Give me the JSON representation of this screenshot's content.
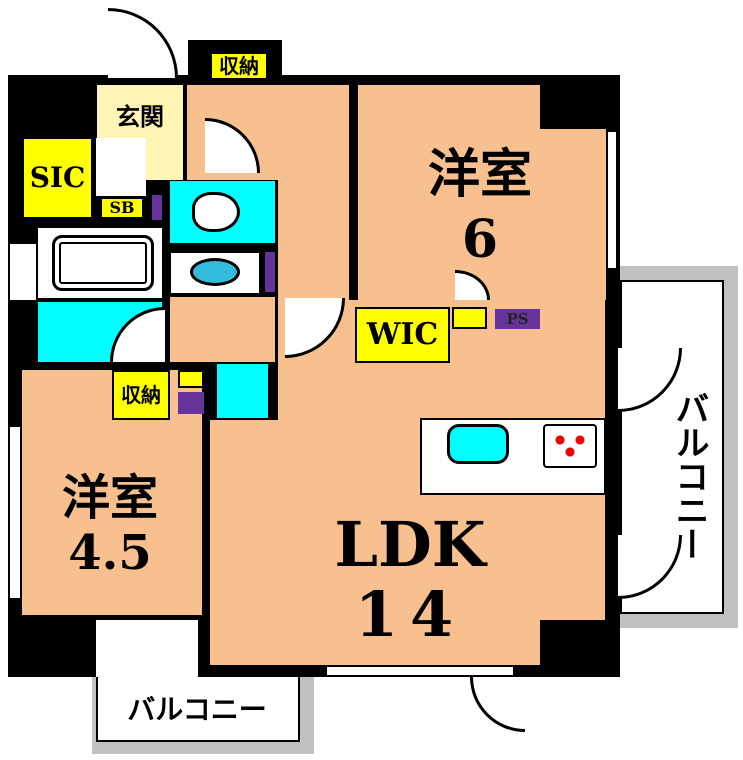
{
  "rooms": {
    "bedroom_large": {
      "name": "洋室",
      "size": "6"
    },
    "bedroom_small": {
      "name": "洋室",
      "size": "4.5"
    },
    "ldk": {
      "name": "LDK",
      "size": "14"
    },
    "entrance": "玄関",
    "storage_top": "収納",
    "storage_left": "収納",
    "sic": "SIC",
    "sb": "SB",
    "wic": "WIC",
    "ps": "PS",
    "balcony_right": "バルコニー",
    "balcony_bottom": "バルコニー"
  },
  "colors": {
    "room": "#F9C08F",
    "storage": "#FFFF00",
    "entrance": "#FFF5B4",
    "wet": "#00FFFF",
    "ps": "#663399",
    "balcony": "#C0C0C0"
  }
}
